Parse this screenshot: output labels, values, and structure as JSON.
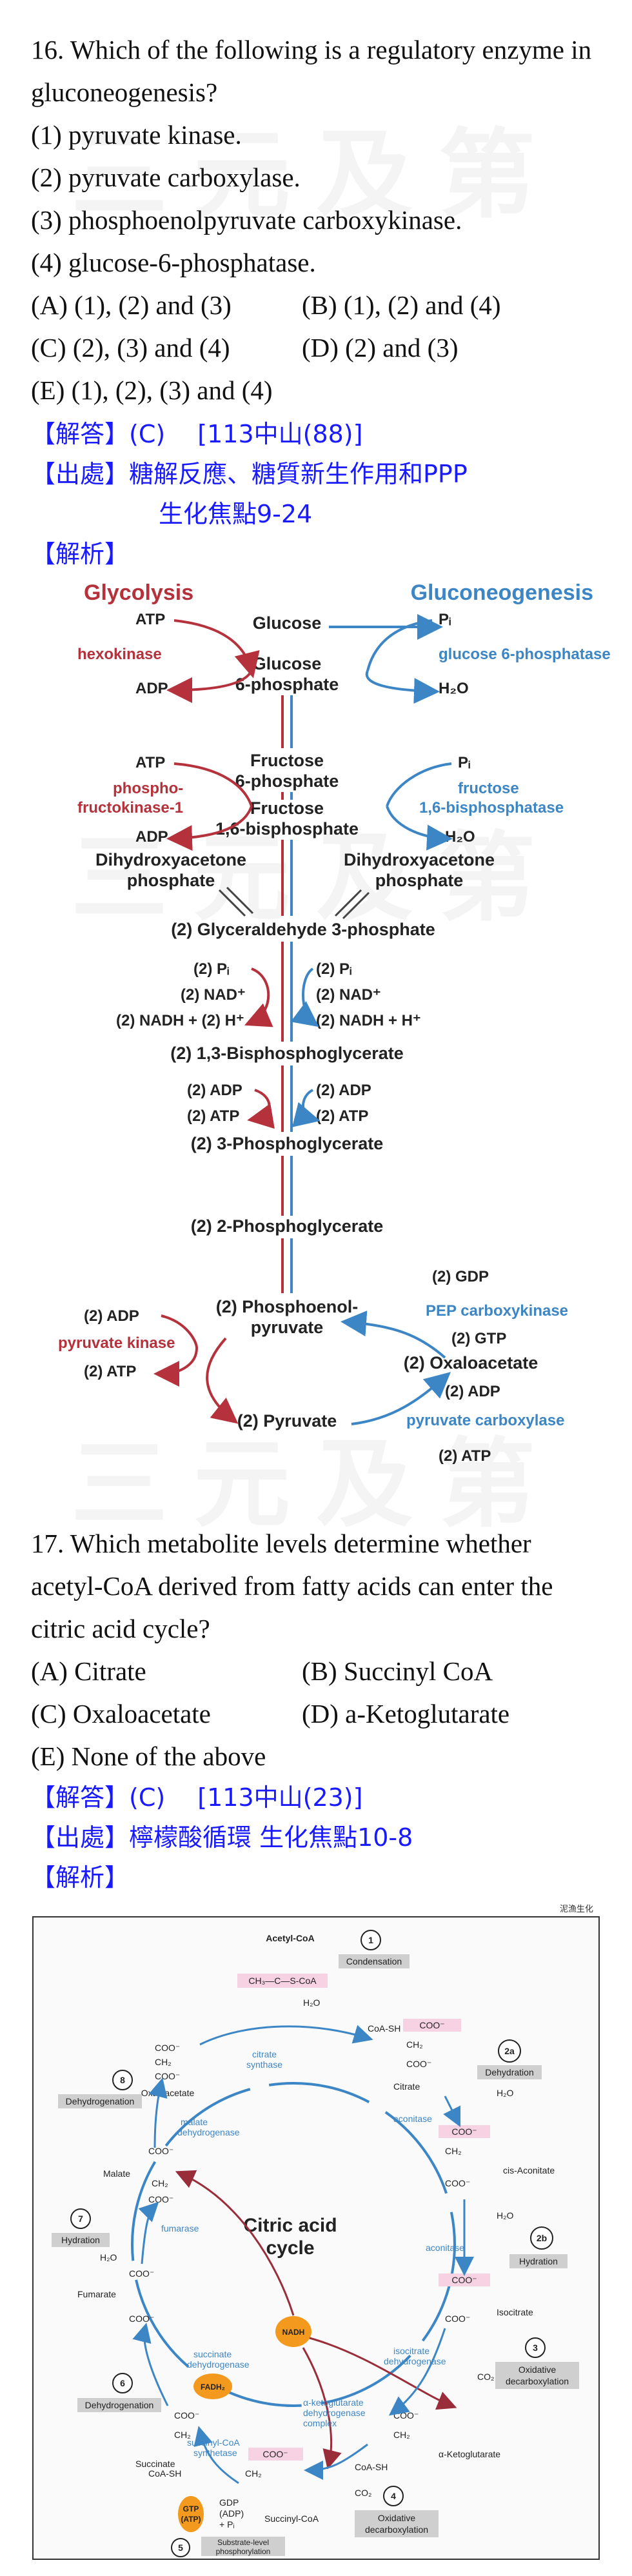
{
  "q16": {
    "lines": [
      "16. Which of the following is a regulatory enzyme in",
      "gluconeogenesis?"
    ],
    "items": [
      "(1) pyruvate kinase.",
      "(2) pyruvate carboxylase.",
      "(3) phosphoenolpyruvate carboxykinase.",
      "(4) glucose-6-phosphatase."
    ],
    "options": [
      [
        "(A) (1), (2) and (3)",
        "(B) (1), (2) and (4)"
      ],
      [
        "(C) (2), (3) and (4)",
        "(D) (2) and (3)"
      ],
      [
        "(E) (1), (2), (3) and (4)",
        ""
      ]
    ],
    "answer": "【解答】(C)　 [113中山(88)]",
    "source": "【出處】糖解反應、糖質新生作用和PPP",
    "source2": "生化焦點9-24",
    "analysis": "【解析】"
  },
  "fig1": {
    "glycolysis": "Glycolysis",
    "gluconeogenesis": "Gluconeogenesis",
    "glucose": "Glucose",
    "g6p_1": "Glucose",
    "g6p_2": "6-phosphate",
    "f6p_1": "Fructose",
    "f6p_2": "6-phosphate",
    "fbp_1": "Fructose",
    "fbp_2": "1,6-bisphosphate",
    "dhap_l1": "Dihydroxyacetone",
    "dhap_l2": "phosphate",
    "dhap_r1": "Dihydroxyacetone",
    "dhap_r2": "phosphate",
    "gap": "(2) Glyceraldehyde 3-phosphate",
    "bpg": "(2) 1,3-Bisphosphoglycerate",
    "pg3": "(2) 3-Phosphoglycerate",
    "pg2": "(2) 2-Phosphoglycerate",
    "pep_1": "(2) Phosphoenol-",
    "pep_2": "pyruvate",
    "pyruvate": "(2) Pyruvate",
    "oaa": "(2) Oxaloacetate",
    "atp": "ATP",
    "adp": "ADP",
    "pi": "Pᵢ",
    "h2o": "H₂O",
    "hexokinase": "hexokinase",
    "g6pase": "glucose 6-phosphatase",
    "pfk_1": "phospho-",
    "pfk_2": "fructokinase-1",
    "fbpase_1": "fructose",
    "fbpase_2": "1,6-bisphosphatase",
    "l_pi": "(2) Pᵢ",
    "l_nad": "(2) NAD⁺",
    "l_nadh": "(2) NADH + (2) H⁺",
    "r_pi": "(2) Pᵢ",
    "r_nad": "(2) NAD⁺",
    "r_nadh": "(2) NADH + H⁺",
    "l_adp": "(2) ADP",
    "l_atp": "(2) ATP",
    "r_adp": "(2) ADP",
    "r_atp": "(2) ATP",
    "pk_adp": "(2) ADP",
    "pk": "pyruvate kinase",
    "pk_atp": "(2) ATP",
    "gdp": "(2) GDP",
    "pepck": "PEP carboxykinase",
    "gtp": "(2) GTP",
    "pc_adp": "(2) ADP",
    "pc": "pyruvate carboxylase",
    "pc_atp": "(2) ATP"
  },
  "q17": {
    "lines": [
      "17. Which metabolite levels determine whether",
      "acetyl-CoA derived from fatty acids can enter the",
      "citric acid cycle?"
    ],
    "options": [
      [
        "(A) Citrate",
        "(B) Succinyl CoA"
      ],
      [
        "(C) Oxaloacetate",
        "(D) a-Ketoglutarate"
      ],
      [
        "(E) None of the above",
        ""
      ]
    ],
    "answer": "【解答】(C)　 [113中山(23)]",
    "source": "【出處】檸檬酸循環 生化焦點10-8",
    "analysis": "【解析】"
  },
  "fig2": {
    "corner": "泥漁生化",
    "cycle_1": "Citric acid",
    "cycle_2": "cycle",
    "acetyl": "Acetyl-CoA",
    "acetyl_f": "CH₃—C—S-CoA",
    "h2o": "H₂O",
    "coash": "CoA-SH",
    "cit_synth_1": "citrate",
    "cit_synth_2": "synthase",
    "oaa": "Oxaloacetate",
    "citrate": "Citrate",
    "aconitase": "aconitase",
    "cis_aconitate": "cis-Aconitate",
    "aconitase2": "aconitase",
    "isocitrate": "Isocitrate",
    "icdh_1": "isocitrate",
    "icdh_2": "dehydrogenase",
    "co2": "CO₂",
    "akg": "α-Ketoglutarate",
    "akgdh_1": "α-ketoglutarate",
    "akgdh_2": "dehydrogenase",
    "akgdh_3": "complex",
    "succcoa": "Succinyl-CoA",
    "scs_1": "succinyl-CoA",
    "scs_2": "synthetase",
    "gdp": "GDP",
    "adp": "(ADP)",
    "pi": "+ Pᵢ",
    "gtp_1": "GTP",
    "gtp_2": "(ATP)",
    "succinate": "Succinate",
    "sdh_1": "succinate",
    "sdh_2": "dehydrogenase",
    "fadh2": "FADH₂",
    "fumarate": "Fumarate",
    "fumarase": "fumarase",
    "malate": "Malate",
    "mdh_1": "malate",
    "mdh_2": "dehydrogenase",
    "nadh": "NADH",
    "coo": "COO⁻",
    "ch2": "CH₂",
    "s1_num": "1",
    "s1_lbl": "Condensation",
    "s2a_num": "2a",
    "s2a_lbl": "Dehydration",
    "s2b_num": "2b",
    "s2b_lbl": "Hydration",
    "s3_num": "3",
    "s3_lbl_1": "Oxidative",
    "s3_lbl_2": "decarboxylation",
    "s4_num": "4",
    "s4_lbl_1": "Oxidative",
    "s4_lbl_2": "decarboxylation",
    "s5_num": "5",
    "s5_lbl_1": "Substrate-level",
    "s5_lbl_2": "phosphorylation",
    "s6_num": "6",
    "s6_lbl": "Dehydrogenation",
    "s7_num": "7",
    "s7_lbl": "Hydration",
    "s8_num": "8",
    "s8_lbl": "Dehydrogenation"
  },
  "watermark": "三元及第",
  "colors": {
    "red": "#b5323c",
    "blue": "#3d86c6",
    "text_blue": "#1a1aff",
    "pink": "#e8538f",
    "orange": "#f39a1e"
  }
}
